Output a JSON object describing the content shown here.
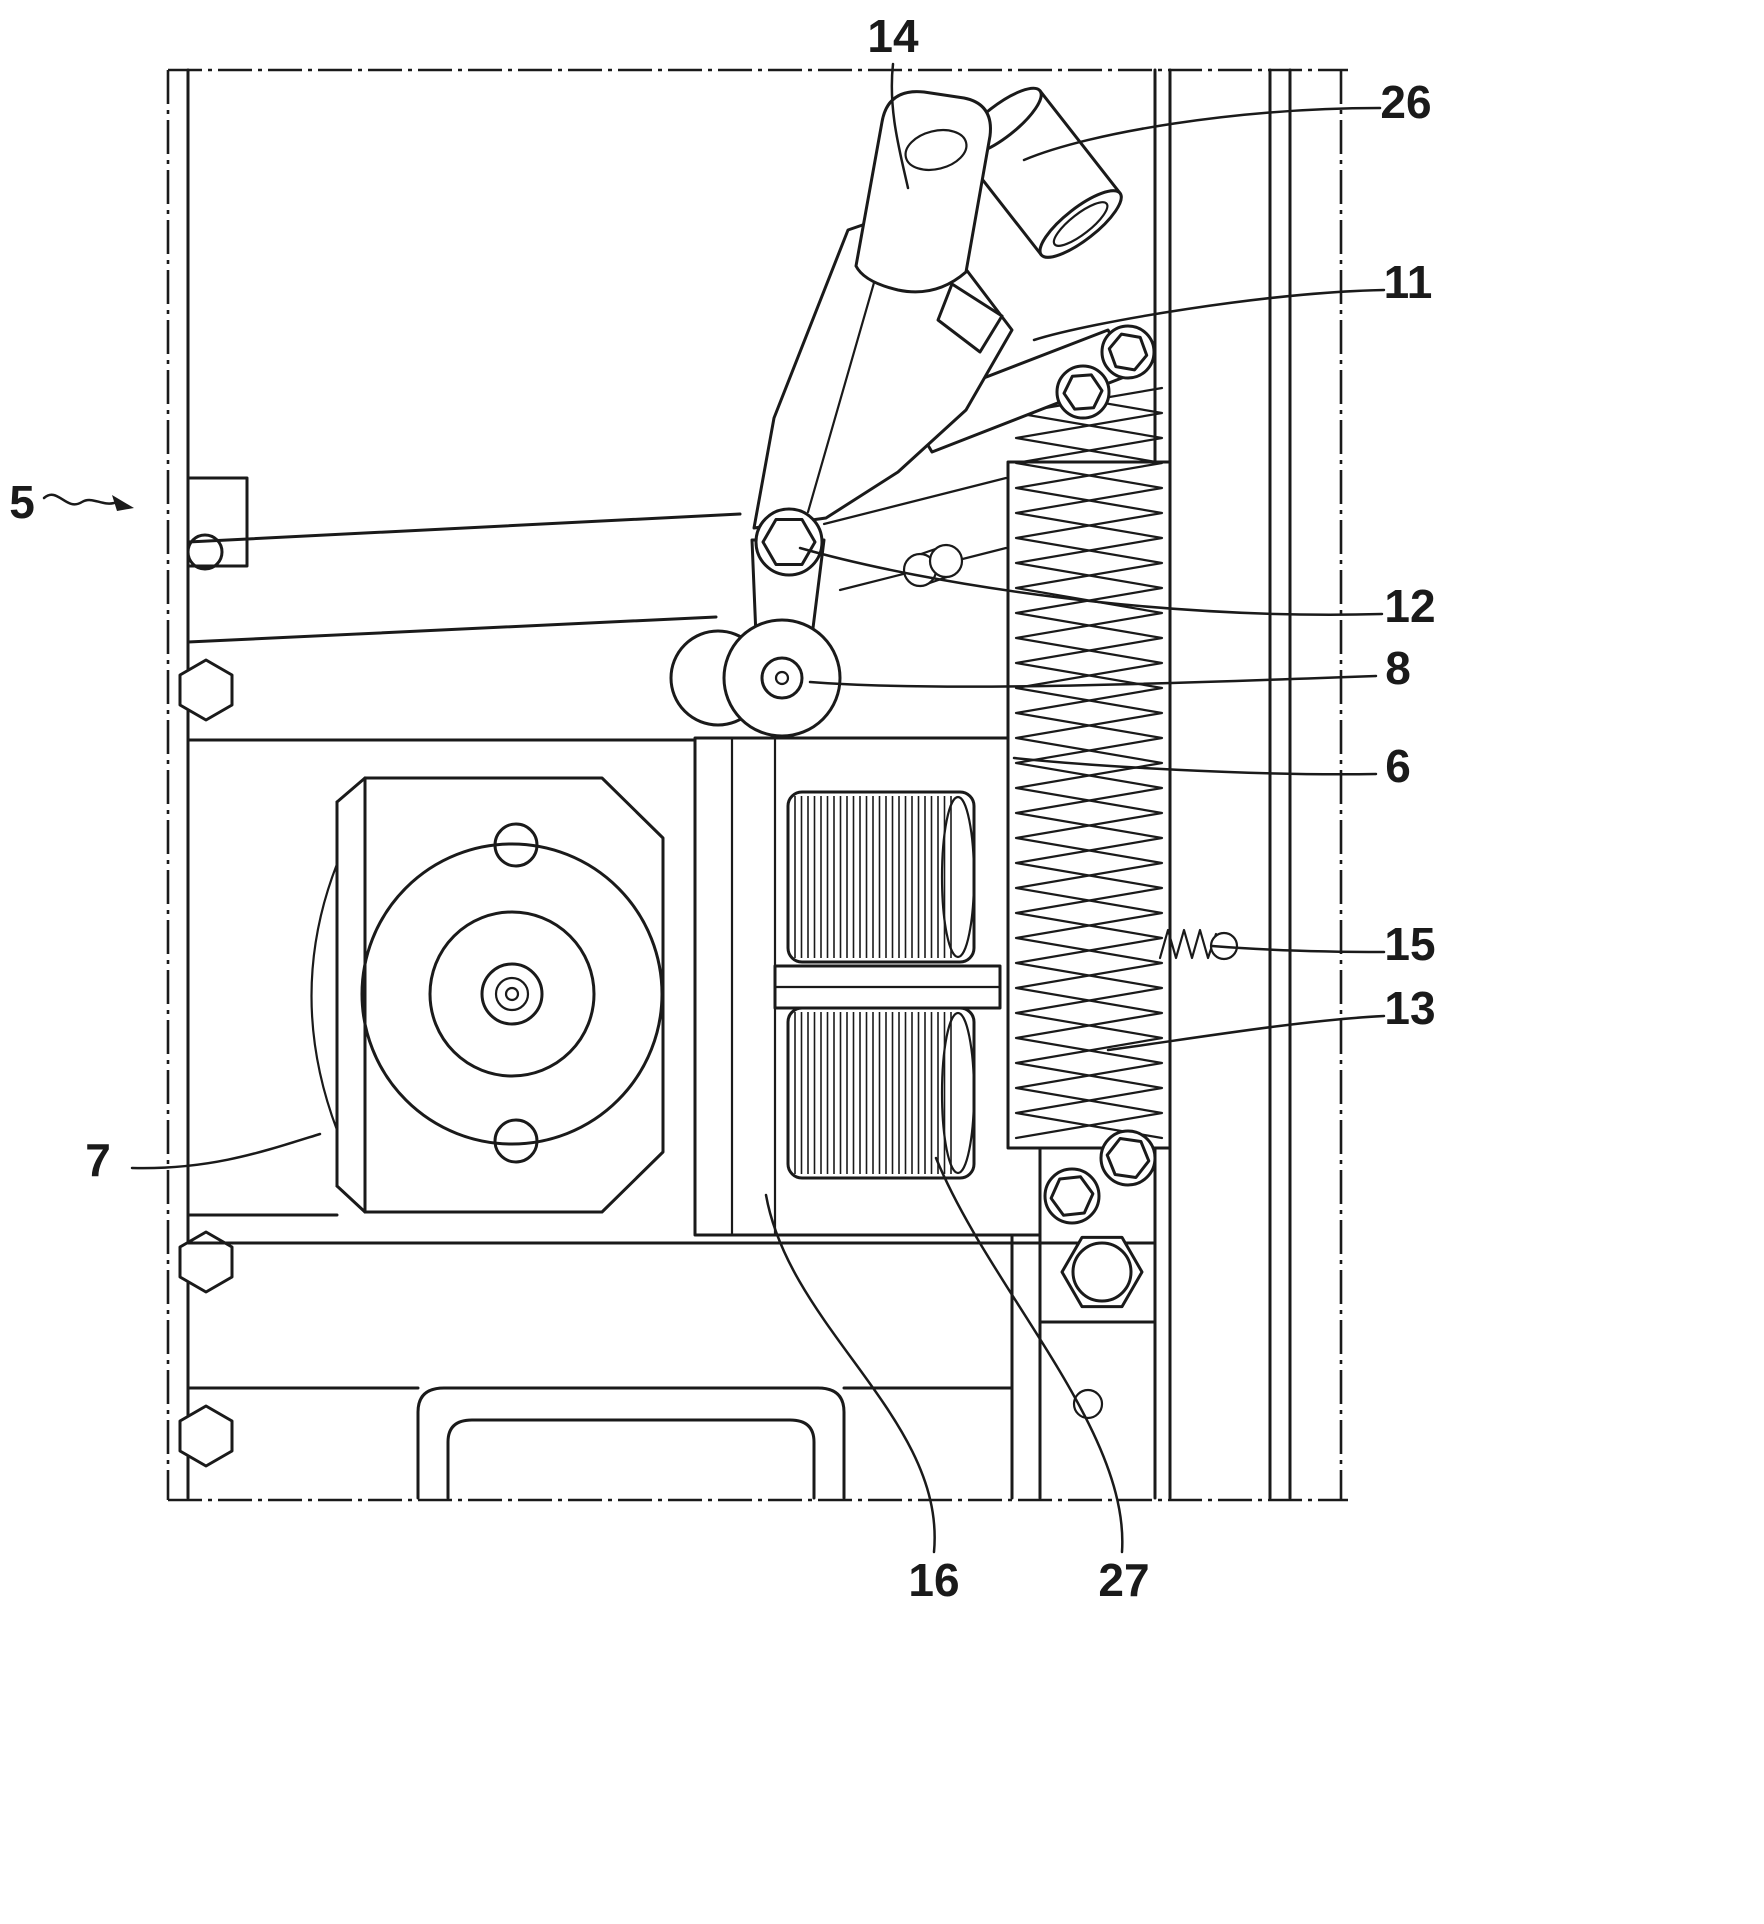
{
  "figure": {
    "kind": "patent-style technical line drawing",
    "subject": "mechanical latch / actuator assembly with lever, roller, coil block and compression spring",
    "reference_numerals": [
      "5",
      "6",
      "7",
      "8",
      "11",
      "12",
      "13",
      "14",
      "15",
      "16",
      "26",
      "27"
    ]
  },
  "colors": {
    "ink": "#1a1a1a",
    "background": "#ffffff"
  },
  "labels": [
    {
      "id": "14",
      "text": "14"
    },
    {
      "id": "26",
      "text": "26"
    },
    {
      "id": "11",
      "text": "11"
    },
    {
      "id": "5",
      "text": "5"
    },
    {
      "id": "12",
      "text": "12"
    },
    {
      "id": "8",
      "text": "8"
    },
    {
      "id": "6",
      "text": "6"
    },
    {
      "id": "15",
      "text": "15"
    },
    {
      "id": "13",
      "text": "13"
    },
    {
      "id": "7",
      "text": "7"
    },
    {
      "id": "16",
      "text": "16"
    },
    {
      "id": "27",
      "text": "27"
    }
  ]
}
